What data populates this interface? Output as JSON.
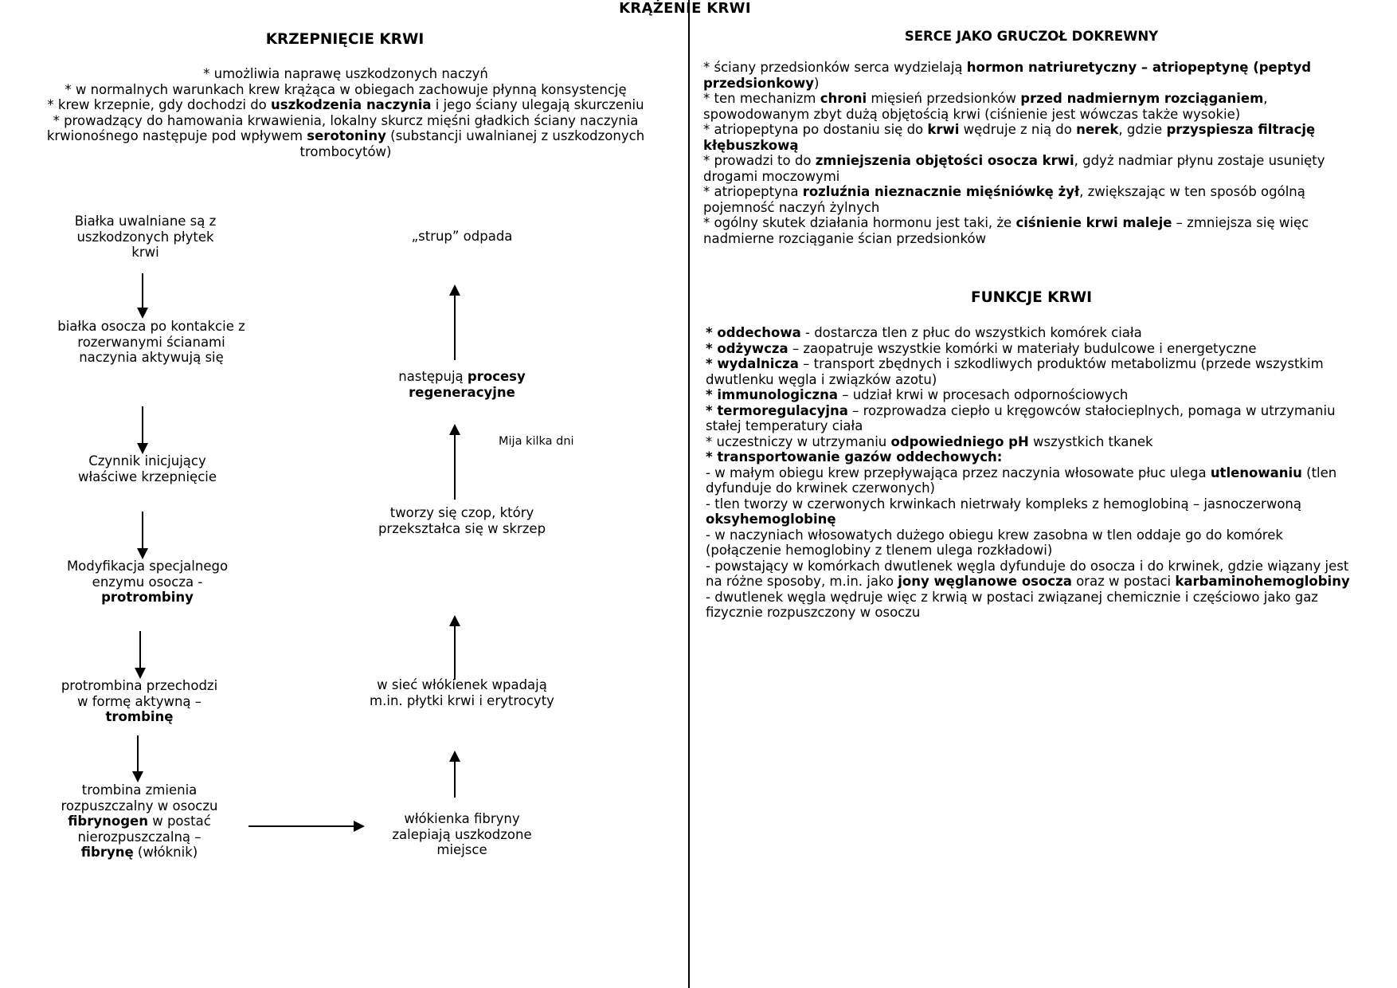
{
  "title": "KRĄŻENIE KRWI",
  "left": {
    "heading": "KRZEPNIĘCIE KRWI",
    "intro": [
      {
        "pre": "* umożliwia naprawę uszkodzonych naczyń",
        "bold": "",
        "post": ""
      },
      {
        "pre": "* w normalnych warunkach krew krążąca w obiegach zachowuje płynną konsystencję",
        "bold": "",
        "post": ""
      },
      {
        "pre": "* krew krzepnie, gdy dochodzi do ",
        "bold": "uszkodzenia naczynia",
        "post": " i jego ściany ulegają skurczeniu"
      },
      {
        "pre": "* prowadzący do hamowania krwawienia, lokalny skurcz mięśni gładkich ściany naczynia krwionośnego następuje pod wpływem ",
        "bold": "serotoniny",
        "post": " (substancji uwalnianej z uszkodzonych trombocytów)"
      }
    ],
    "flow_left": {
      "step1": "Białka uwalniane są z uszkodzonych płytek krwi",
      "step2": "białka osocza po kontakcie z rozerwanymi ścianami naczynia aktywują się",
      "step3": "Czynnik inicjujący właściwe krzepnięcie",
      "step4_pre": "Modyfikacja specjalnego enzymu osocza - ",
      "step4_bold": "protrombiny",
      "step5_pre": "protrombina przechodzi w formę aktywną – ",
      "step5_bold": "trombinę",
      "step6_pre": "trombina zmienia rozpuszczalny w osoczu ",
      "step6_bold1": "fibrynogen",
      "step6_mid": " w postać nierozpuszczalną – ",
      "step6_bold2": "fibrynę",
      "step6_post": " (włóknik)"
    },
    "flow_right": {
      "step1": "włókienka fibryny zalepiają uszkodzone miejsce",
      "step2": "w sieć włókienek wpadają m.in. płytki krwi i erytrocyty",
      "step3": "tworzy się czop, który przekształca się w skrzep",
      "step4_pre": "następują ",
      "step4_bold": "procesy regeneracyjne",
      "step5": "„strup” odpada",
      "note": "Mija kilka dni"
    }
  },
  "right": {
    "heading1": "SERCE JAKO GRUCZOŁ DOKREWNY",
    "heading2": "FUNKCJE KRWI"
  }
}
